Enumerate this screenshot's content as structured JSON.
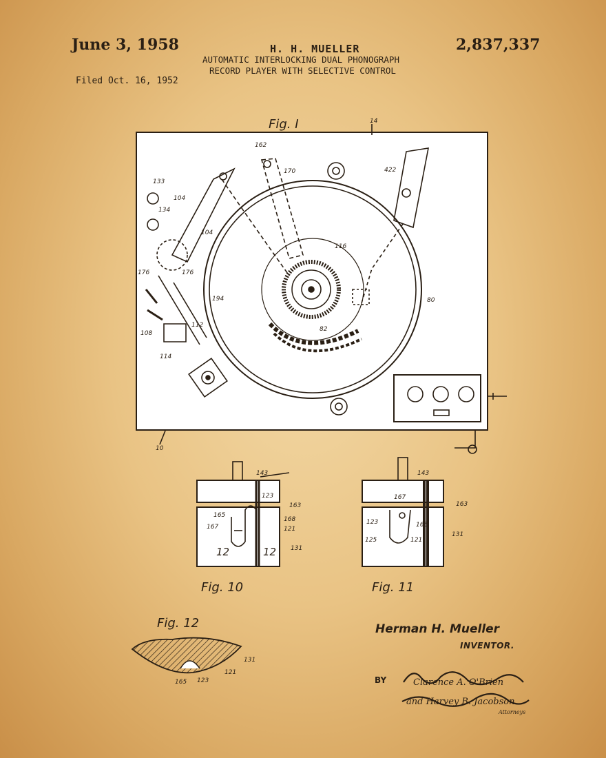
{
  "header": {
    "date": "June 3, 1958",
    "inventor": "H. H. MUELLER",
    "patent_number": "2,837,337",
    "title_line1": "AUTOMATIC INTERLOCKING DUAL PHONOGRAPH",
    "title_line2": "RECORD PLAYER WITH SELECTIVE CONTROL",
    "filed": "Filed Oct. 16, 1952"
  },
  "figures": {
    "fig1": {
      "caption": "Fig. I",
      "refs": [
        "14",
        "162",
        "170",
        "422",
        "133",
        "104",
        "134",
        "104",
        "176",
        "176",
        "194",
        "116",
        "82",
        "80",
        "108",
        "112",
        "114",
        "10"
      ]
    },
    "fig10": {
      "caption": "Fig. 10",
      "refs": [
        "143",
        "123",
        "163",
        "165",
        "167",
        "168",
        "121",
        "12",
        "12",
        "131"
      ]
    },
    "fig11": {
      "caption": "Fig. 11",
      "refs": [
        "143",
        "167",
        "163",
        "123",
        "165",
        "125",
        "121",
        "131"
      ]
    },
    "fig12": {
      "caption": "Fig. 12",
      "refs": [
        "131",
        "121",
        "165",
        "123"
      ]
    }
  },
  "signature": {
    "inventor_name": "Herman H. Mueller",
    "inventor_role": "INVENTOR.",
    "by": "BY",
    "attorneys_line1": "Clarence A. O'Brien",
    "attorneys_line2": "and Harvey B. Jacobson",
    "attorneys_role": "Attorneys"
  },
  "colors": {
    "paper": "#e9c384",
    "ink": "#2a1f14",
    "panel": "#ffffff"
  }
}
